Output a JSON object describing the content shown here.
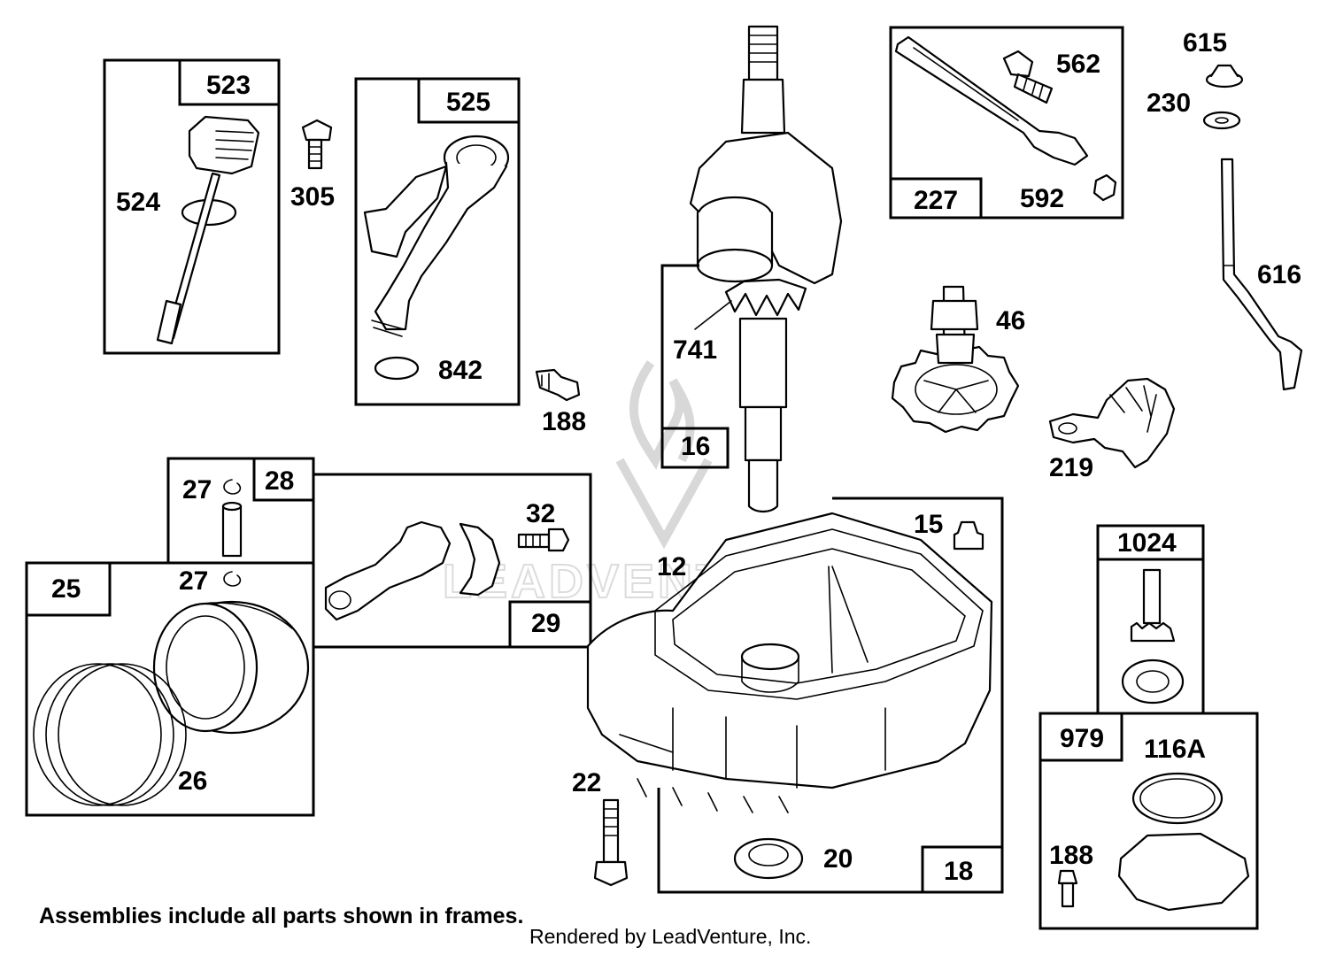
{
  "labels": {
    "p523": "523",
    "p524": "524",
    "p305": "305",
    "p525": "525",
    "p842": "842",
    "p188a": "188",
    "p741": "741",
    "p16": "16",
    "p562": "562",
    "p227": "227",
    "p592": "592",
    "p615": "615",
    "p230": "230",
    "p616": "616",
    "p46": "46",
    "p219": "219",
    "p28": "28",
    "p27a": "27",
    "p27b": "27",
    "p25": "25",
    "p26": "26",
    "p32": "32",
    "p29": "29",
    "p12": "12",
    "p15": "15",
    "p22": "22",
    "p20": "20",
    "p18": "18",
    "p1024": "1024",
    "p979": "979",
    "p116A": "116A",
    "p188b": "188"
  },
  "footer": {
    "note": "Assemblies include all parts shown in frames.",
    "credit": "Rendered by LeadVenture, Inc."
  },
  "watermark": {
    "text": "LEADVENTURE"
  },
  "colors": {
    "ink": "#000000",
    "paper": "#ffffff",
    "watermark": "#d8d8d8"
  }
}
